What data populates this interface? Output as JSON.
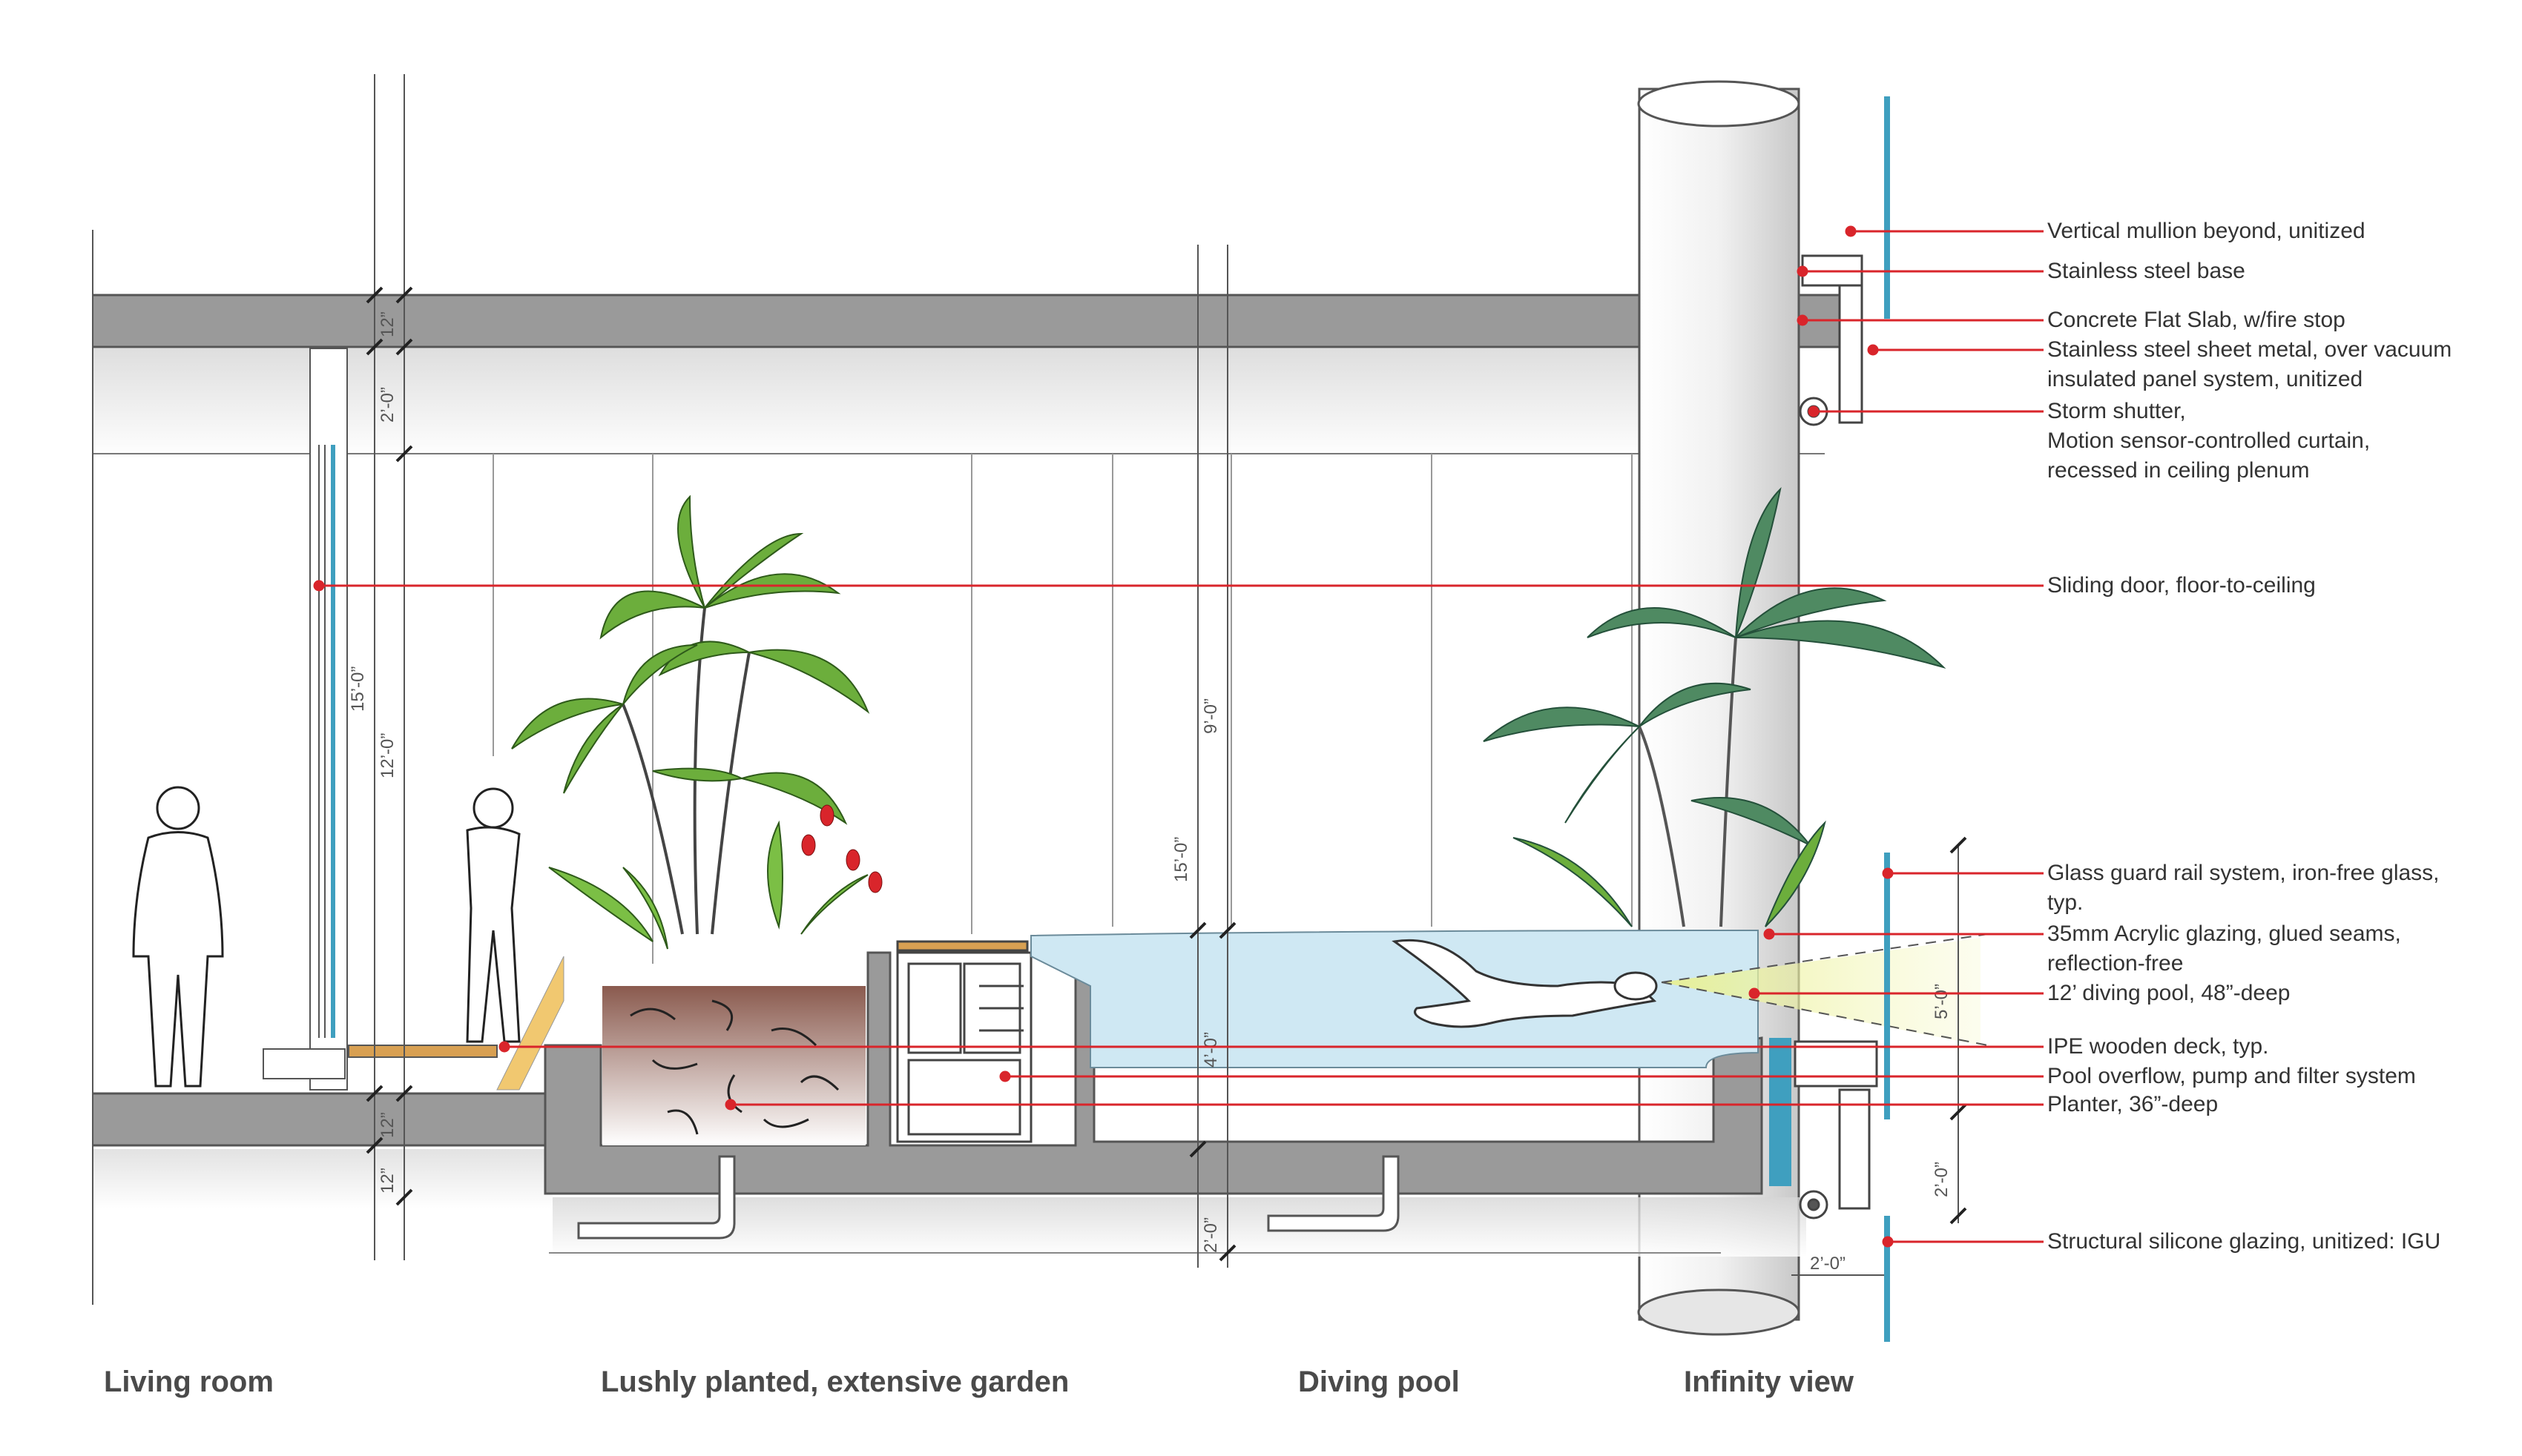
{
  "callouts": [
    {
      "id": "vertical-mullion",
      "lines": [
        "Vertical mullion beyond, unitized"
      ]
    },
    {
      "id": "stainless-base",
      "lines": [
        "Stainless steel base"
      ]
    },
    {
      "id": "concrete-slab",
      "lines": [
        "Concrete Flat Slab, w/fire stop"
      ]
    },
    {
      "id": "stainless-sheet",
      "lines": [
        "Stainless steel sheet metal, over vacuum",
        "insulated panel system, unitized"
      ]
    },
    {
      "id": "storm-shutter",
      "lines": [
        "Storm shutter,",
        "Motion sensor-controlled curtain,",
        "recessed in ceiling plenum"
      ]
    },
    {
      "id": "sliding-door",
      "lines": [
        "Sliding door, floor-to-ceiling"
      ]
    },
    {
      "id": "glass-guard-rail",
      "lines": [
        "Glass guard rail system, iron-free glass,",
        "typ."
      ]
    },
    {
      "id": "acrylic-glazing",
      "lines": [
        "35mm Acrylic glazing, glued seams,",
        "reflection-free"
      ]
    },
    {
      "id": "diving-pool",
      "lines": [
        "12’ diving pool, 48”-deep"
      ]
    },
    {
      "id": "ipe-deck",
      "lines": [
        "IPE wooden deck, typ."
      ]
    },
    {
      "id": "pool-overflow",
      "lines": [
        "Pool overflow, pump and filter system"
      ]
    },
    {
      "id": "planter",
      "lines": [
        "Planter, 36”-deep"
      ]
    },
    {
      "id": "structural-glazing",
      "lines": [
        "Structural silicone glazing, unitized: IGU"
      ]
    }
  ],
  "zones": [
    "Living room",
    "Lushly planted, extensive garden",
    "Diving pool",
    "Infinity view"
  ],
  "dimensions": {
    "slab_top": "12”",
    "plenum": "2’-0”",
    "door_height": "15’-0”",
    "ceiling_height": "12’-0”",
    "slab_mid": "12”",
    "slab_bottom": "12”",
    "pool_height": "15’-0”",
    "pool_clear": "9’-0”",
    "pool_depth": "4’-0”",
    "pool_slab": "2’-0”",
    "rail_height": "5’-0”",
    "rail_base": "2’-0”",
    "facade_depth": "2’-0”"
  },
  "colors": {
    "leader": "#d9252b",
    "concrete": "#9a9a9a",
    "water": "#cfe8f3",
    "glass": "#3f9fbf",
    "soil": "#8a5a4e",
    "foliage": "#6cae3c",
    "deck": "#d8a052"
  }
}
